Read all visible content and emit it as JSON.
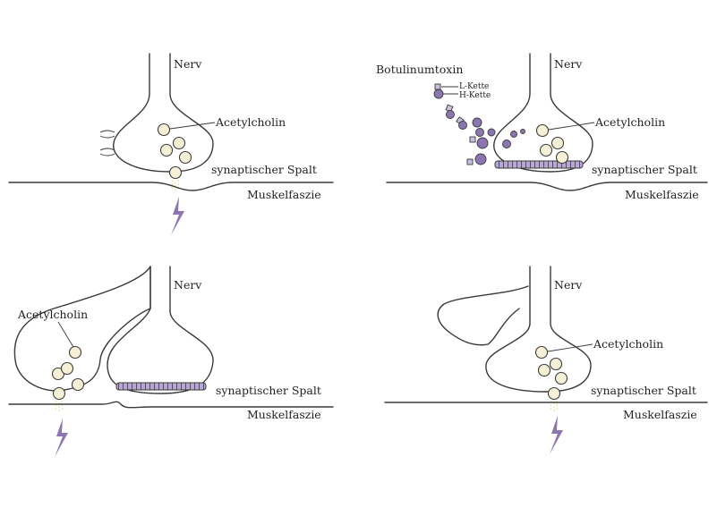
{
  "labels": {
    "nerve": "Nerv",
    "acetylcholine": "Acetylcholin",
    "cleft": "synaptischer Spalt",
    "fascia": "Muskelfaszie",
    "toxin": "Botulinumtoxin",
    "l_chain": "L-Kette",
    "h_chain": "H-Kette"
  },
  "colors": {
    "outline": "#3a3a3a",
    "vesicle": "#f6f1d6",
    "toxin": "#8b76b2",
    "receptor": "#b7a7d4"
  }
}
